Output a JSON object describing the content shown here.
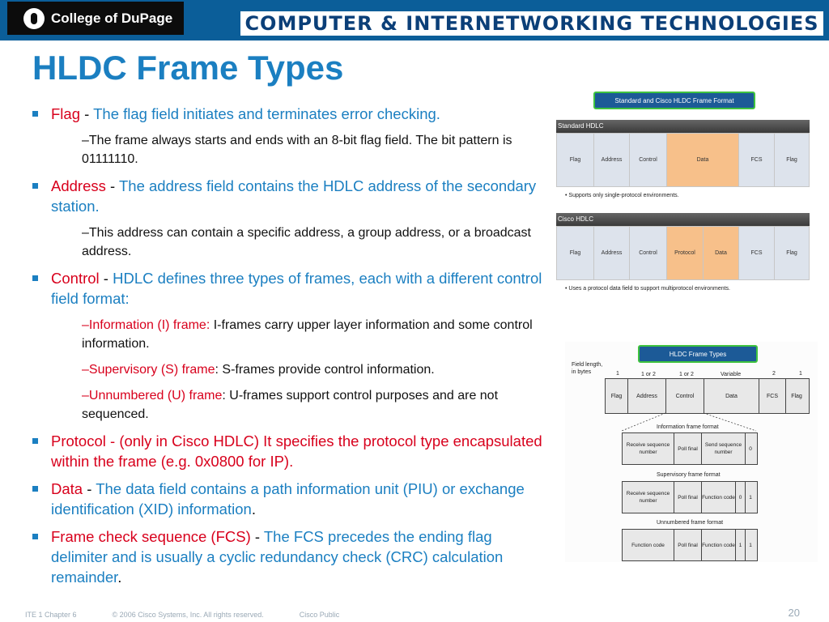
{
  "header": {
    "logo_text": "College of DuPage",
    "banner": "COMPUTER & INTERNETWORKING TECHNOLOGIES"
  },
  "title": "HLDC Frame Types",
  "bullets": [
    {
      "term": "Flag",
      "sep": " - ",
      "text": "The flag field initiates and terminates error checking.",
      "subs": [
        "–The frame always starts and ends with an 8-bit flag field. The bit pattern is 01111110."
      ]
    },
    {
      "term": "Address",
      "sep": " - ",
      "text": "The address field contains the HDLC address of the secondary station.",
      "subs": [
        "–This address can contain a specific address, a group address, or a broadcast address."
      ]
    },
    {
      "term": "Control",
      "sep": " - ",
      "text": "HDLC defines three types of frames, each with a different control field format:",
      "subs_rich": [
        {
          "label": "–Information (I) frame:",
          "text": " I-frames carry upper layer information and some control information."
        },
        {
          "label": "–Supervisory (S) frame",
          "text": ": S-frames provide control information."
        },
        {
          "label": "–Unnumbered (U) frame",
          "text": ": U-frames support control purposes and are not sequenced."
        }
      ]
    },
    {
      "term": "Protocol",
      "text_red": " - (only in Cisco HDLC) It specifies the protocol type encapsulated within the frame (e.g. 0x0800 for IP)."
    },
    {
      "term": "Data",
      "sep": " - ",
      "text": "The data field contains a path information unit (PIU) or exchange identification (XID) information",
      "end": "."
    },
    {
      "term": "Frame check sequence (FCS)",
      "sep": " - ",
      "text": "The FCS precedes the ending flag delimiter and is usually a cyclic redundancy check (CRC) calculation remainder",
      "end": "."
    }
  ],
  "footer": {
    "chapter": "ITE 1 Chapter 6",
    "copyright": "© 2006 Cisco Systems, Inc. All rights reserved.",
    "classification": "Cisco Public",
    "page": "20"
  },
  "figure1": {
    "caption": "Standard and Cisco HLDC Frame Format",
    "standard": {
      "label": "Standard HDLC",
      "fields": [
        "Flag",
        "Address",
        "Control",
        "Data",
        "FCS",
        "Flag"
      ],
      "note": "•  Supports only single-protocol environments."
    },
    "cisco": {
      "label": "Cisco HDLC",
      "fields": [
        "Flag",
        "Address",
        "Control",
        "Protocol",
        "Data",
        "FCS",
        "Flag"
      ],
      "note": "•  Uses a protocol data field to support multiprotocol environments."
    }
  },
  "figure2": {
    "caption": "HLDC Frame Types",
    "length_label_1": "Field length,",
    "length_label_2": "in bytes",
    "lengths": [
      "1",
      "1 or 2",
      "1 or 2",
      "Variable",
      "2",
      "1"
    ],
    "fields": [
      "Flag",
      "Address",
      "Control",
      "Data",
      "FCS",
      "Flag"
    ],
    "info_title": "Information frame format",
    "info_fields": [
      "Receive sequence number",
      "Poll final",
      "Send sequence number",
      "0"
    ],
    "sup_title": "Supervisory frame format",
    "sup_fields": [
      "Receive sequence number",
      "Poll final",
      "Function code",
      "0",
      "1"
    ],
    "unn_title": "Unnumbered frame format",
    "unn_fields": [
      "Function code",
      "Poll final",
      "Function code",
      "1",
      "1"
    ]
  }
}
